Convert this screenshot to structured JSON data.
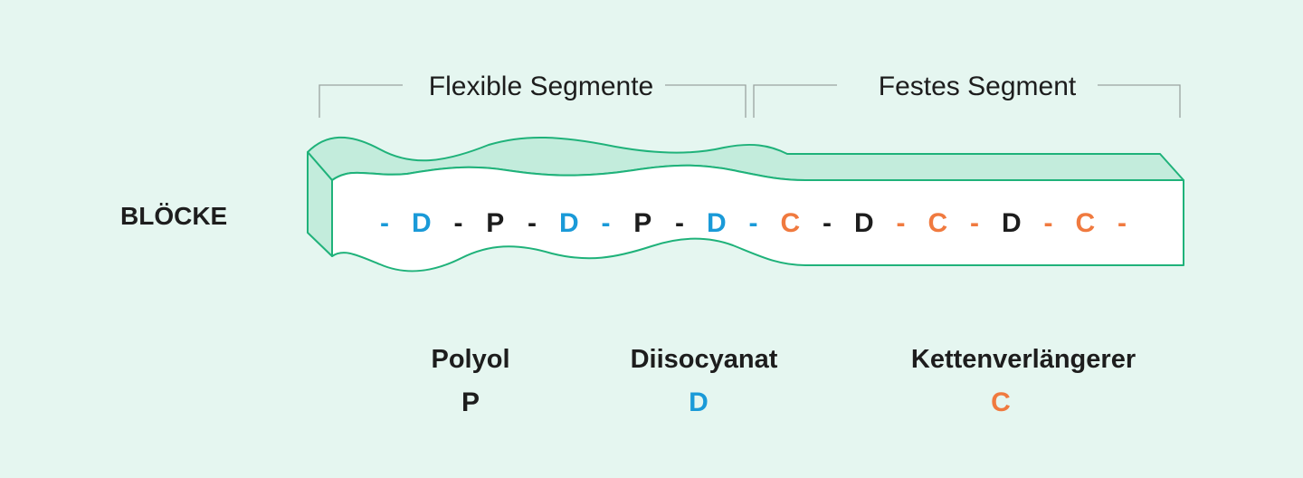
{
  "segments": {
    "flexible": "Flexible Segmente",
    "rigid": "Festes Segment"
  },
  "row_label": "BLÖCKE",
  "sequence": [
    {
      "text": "-",
      "color": "#1a9ad8"
    },
    {
      "text": "D",
      "color": "#1a9ad8"
    },
    {
      "text": "-",
      "color": "#1d1d1d"
    },
    {
      "text": "P",
      "color": "#1d1d1d"
    },
    {
      "text": "-",
      "color": "#1d1d1d"
    },
    {
      "text": "D",
      "color": "#1a9ad8"
    },
    {
      "text": "-",
      "color": "#1a9ad8"
    },
    {
      "text": "P",
      "color": "#1d1d1d"
    },
    {
      "text": "-",
      "color": "#1d1d1d"
    },
    {
      "text": "D",
      "color": "#1a9ad8"
    },
    {
      "text": "-",
      "color": "#1a9ad8"
    },
    {
      "text": "C",
      "color": "#f07a3f"
    },
    {
      "text": "-",
      "color": "#1d1d1d"
    },
    {
      "text": "D",
      "color": "#1d1d1d"
    },
    {
      "text": "-",
      "color": "#f07a3f"
    },
    {
      "text": "C",
      "color": "#f07a3f"
    },
    {
      "text": "-",
      "color": "#f07a3f"
    },
    {
      "text": "D",
      "color": "#1d1d1d"
    },
    {
      "text": "-",
      "color": "#f07a3f"
    },
    {
      "text": "C",
      "color": "#f07a3f"
    },
    {
      "text": "-",
      "color": "#f07a3f"
    }
  ],
  "legend": [
    {
      "name": "Polyol",
      "letter": "P",
      "color": "#1d1d1d"
    },
    {
      "name": "Diisocyanat",
      "letter": "D",
      "color": "#1a9ad8"
    },
    {
      "name": "Kettenverlängerer",
      "letter": "C",
      "color": "#f07a3f"
    }
  ],
  "colors": {
    "background": "#e5f6f0",
    "band_stroke": "#1fb27a",
    "band_top": "#c3ecdc",
    "band_front": "#ffffff"
  }
}
